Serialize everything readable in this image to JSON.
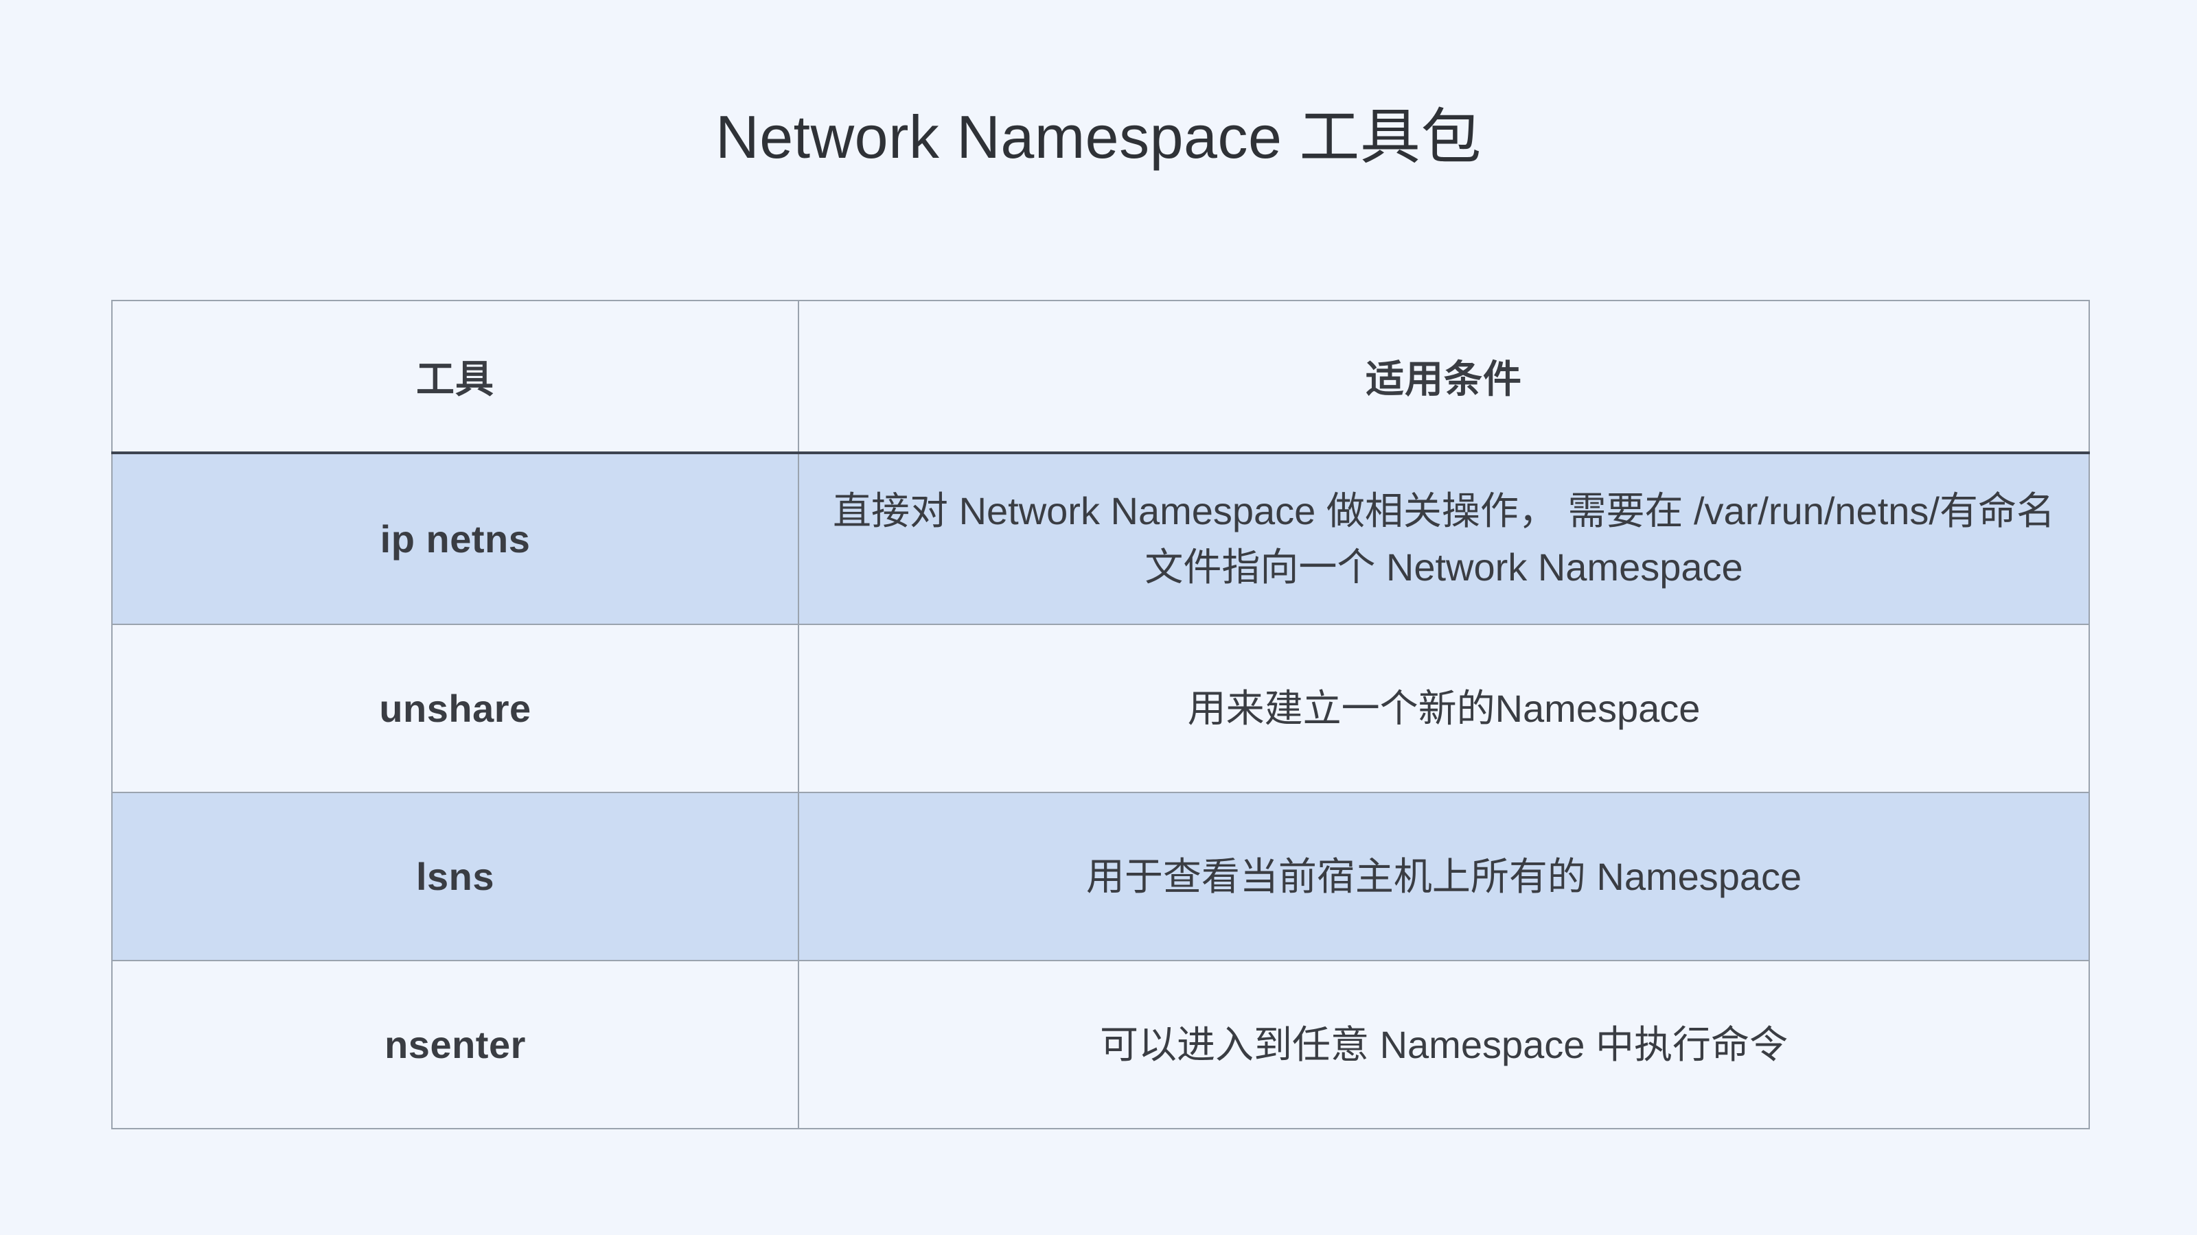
{
  "document": {
    "title": "Network Namespace 工具包",
    "background_color": "#f2f6fd",
    "highlight_color": "#ccdcf3",
    "border_color": "#9aa3ae",
    "text_color": "#3a3d43"
  },
  "table": {
    "columns": [
      {
        "key": "tool",
        "header": "工具"
      },
      {
        "key": "condition",
        "header": "适用条件"
      }
    ],
    "rows": [
      {
        "tool": "ip netns",
        "condition": "直接对 Network Namespace 做相关操作， 需要在 /var/run/netns/有命名文件指向一个 Network Namespace",
        "highlighted": true
      },
      {
        "tool": "unshare",
        "condition": "用来建立一个新的Namespace",
        "highlighted": false
      },
      {
        "tool": "lsns",
        "condition": "用于查看当前宿主机上所有的 Namespace",
        "highlighted": true
      },
      {
        "tool": "nsenter",
        "condition": "可以进入到任意 Namespace 中执行命令",
        "highlighted": false
      }
    ]
  }
}
